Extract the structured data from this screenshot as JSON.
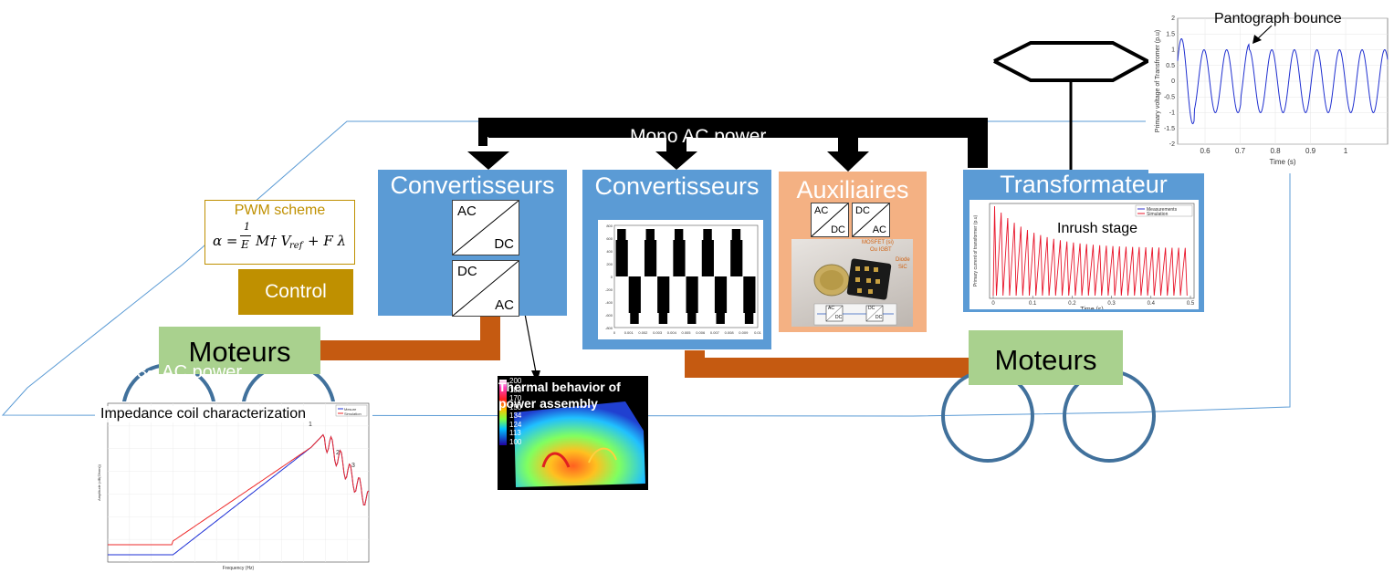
{
  "mono_ac_power": "Mono AC power",
  "left_converter": {
    "title": "Convertisseurs",
    "ac_dc": {
      "top": "AC",
      "bottom": "DC"
    },
    "dc_ac": {
      "top": "DC",
      "bottom": "AC"
    }
  },
  "middle_converter": {
    "title": "Convertisseurs",
    "waveform_ticks_x": [
      "0",
      "0.001",
      "0.002",
      "0.003",
      "0.004",
      "0.005",
      "0.006",
      "0.007",
      "0.008",
      "0.009",
      "0.01"
    ],
    "waveform_ticks_y": [
      "800",
      "600",
      "400",
      "200",
      "0",
      "-200",
      "-400",
      "-600",
      "-800"
    ]
  },
  "auxiliaires": {
    "title": "Auxiliaires",
    "ac_dc": {
      "top": "AC",
      "bottom": "DC"
    },
    "dc_ac": {
      "top": "DC",
      "bottom": "AC"
    },
    "photo_labels": [
      "MOSFET (si)",
      "Ou IGBT",
      "Diode",
      "SiC"
    ],
    "board_ac_dc": {
      "top": "AC",
      "bottom": "DC"
    },
    "board_dc_dc": {
      "top": "DC",
      "bottom": "DC"
    }
  },
  "transformateur": {
    "title": "Transformateur",
    "inrush_label": "Inrush stage",
    "legend": [
      "Measurements",
      "Simulation"
    ],
    "ylabel": "Primary current of transformer (p.u)",
    "xlabel": "Time (s)",
    "x_ticks": [
      "0",
      "0.1",
      "0.2",
      "0.3",
      "0.4",
      "0.5"
    ],
    "colors": {
      "measurements": "#3333cc",
      "simulation": "#e8142a"
    }
  },
  "pantograph": {
    "annotation": "Pantograph bounce",
    "ylabel": "Primary voltage of Transfromer (p.u)",
    "xlabel": "Time (s)",
    "x_ticks": [
      "0.6",
      "0.7",
      "0.8",
      "0.9",
      "1"
    ],
    "y_ticks": [
      "2",
      "1.5",
      "1",
      "0.5",
      "0",
      "-0.5",
      "-1",
      "-1.5",
      "-2"
    ],
    "line_color": "#1f2fd0"
  },
  "pwm": {
    "title": "PWM scheme",
    "formula_lhs": "α =",
    "formula_frac_num": "1",
    "formula_frac_den": "E",
    "formula_rhs": "M† V",
    "formula_sub": "ref",
    "formula_tail": "+ F λ"
  },
  "control_label": "Control",
  "moteurs_left": "Moteurs",
  "moteurs_right": "Moteurs",
  "overlapped_text": "3~ AC power",
  "thermal": {
    "title": "Thermal behavior of power assembly",
    "scale": [
      "200",
      "183",
      "170",
      "150",
      "134",
      "124",
      "113",
      "100"
    ]
  },
  "impedance": {
    "title": "Impedance coil characterization",
    "legend": [
      "Mesure",
      "Simulation"
    ],
    "ylabel": "Amplitude (dB(Ohms))",
    "xlabel": "Frequency (Hz)",
    "peaks": [
      "1",
      "2",
      "3"
    ],
    "colors": {
      "mesure": "#1d2fd6",
      "simulation": "#ee2a2a"
    }
  },
  "colors": {
    "blue_box": "#5b9bd5",
    "orange_box": "#f4b183",
    "motor_green": "#a9d18e",
    "control_gold": "#bf9000",
    "power_link": "#c55a11",
    "outline": "#5b9bd5",
    "wheel": "#41719c"
  }
}
